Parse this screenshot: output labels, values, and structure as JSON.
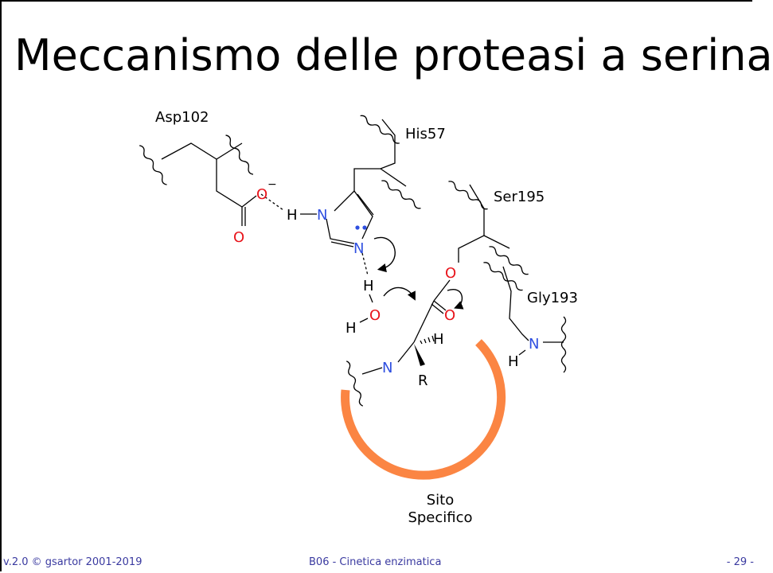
{
  "slide": {
    "title": "Meccanismo delle proteasi a serina"
  },
  "diagram": {
    "residues": {
      "asp": "Asp102",
      "his": "His57",
      "ser": "Ser195",
      "gly": "Gly193"
    },
    "atoms": {
      "o_minus": "O",
      "charge": "−",
      "o_carbonyl_asp": "O",
      "h_his": "H",
      "n1_his": "N",
      "n2_his": "N",
      "h_water_top": "H",
      "o_water": "O",
      "h_water_left": "H",
      "o_ser": "O",
      "o_substrate": "O",
      "h_gly": "H",
      "n_gly": "N",
      "n_substrate": "N",
      "h_alpha": "H",
      "r_group": "R"
    },
    "site_label_line1": "Sito",
    "site_label_line2": "Specifico",
    "colors": {
      "oxygen": "#e8141b",
      "nitrogen": "#2f4fe0",
      "lone_pair": "#2f4fe0",
      "site_arc": "#fb8543",
      "bond": "#000000"
    }
  },
  "footer": {
    "left": "v.2.0 © gsartor 2001-2019",
    "center": "B06 - Cinetica enzimatica",
    "right": "- 29 -"
  }
}
